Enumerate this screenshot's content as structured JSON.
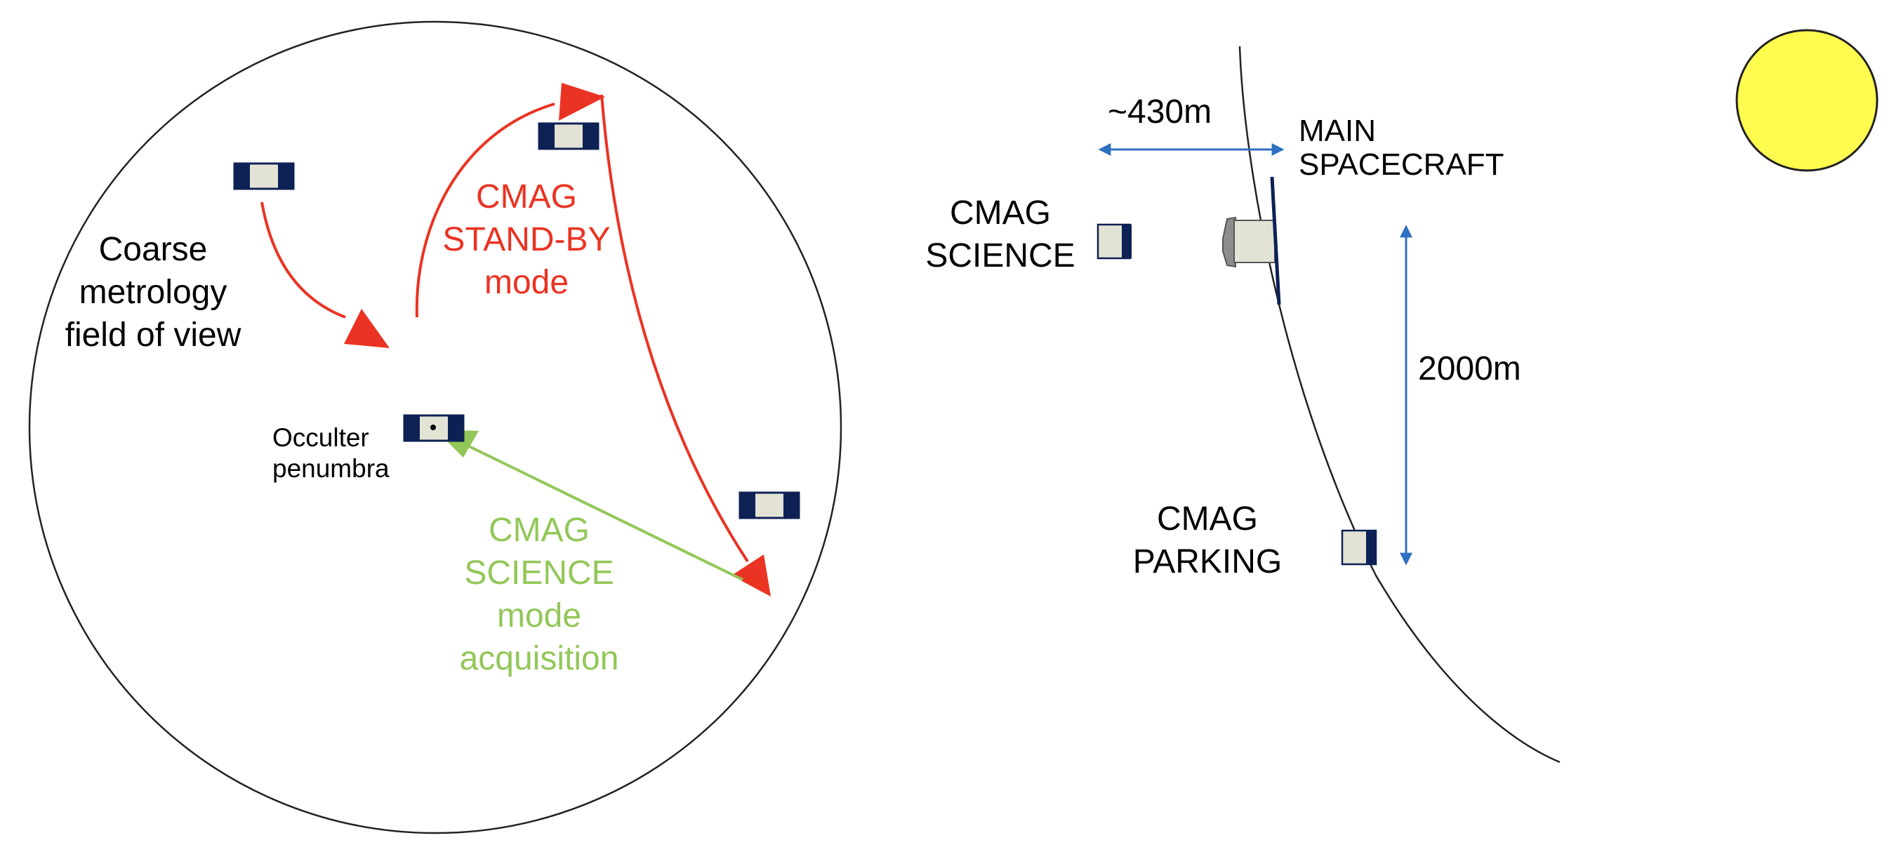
{
  "fov": {
    "field_label": "Coarse\nmetrology\nfield of view",
    "standby_label": "CMAG\nSTAND-BY\nmode",
    "science_label": "CMAG\nSCIENCE\nmode\nacquisition",
    "occulter_label": "Occulter\npenumbra"
  },
  "orbit": {
    "distance_label": "~430m",
    "main_label": "MAIN\nSPACECRAFT",
    "science_label": "CMAG\nSCIENCE",
    "separation_label": "2000m",
    "parking_label": "CMAG\nPARKING"
  },
  "colors": {
    "standby_arrow": "#ea3323",
    "science_arrow": "#93c759",
    "dimension_arrow": "#2f6fbf",
    "spacecraft_dark": "#0d2154",
    "spacecraft_body": "#e3e3d5",
    "sun": "#fffb4f"
  },
  "icons": [
    "spacecraft-icon",
    "sun-icon",
    "thruster-icon",
    "solar-panel-icon"
  ]
}
